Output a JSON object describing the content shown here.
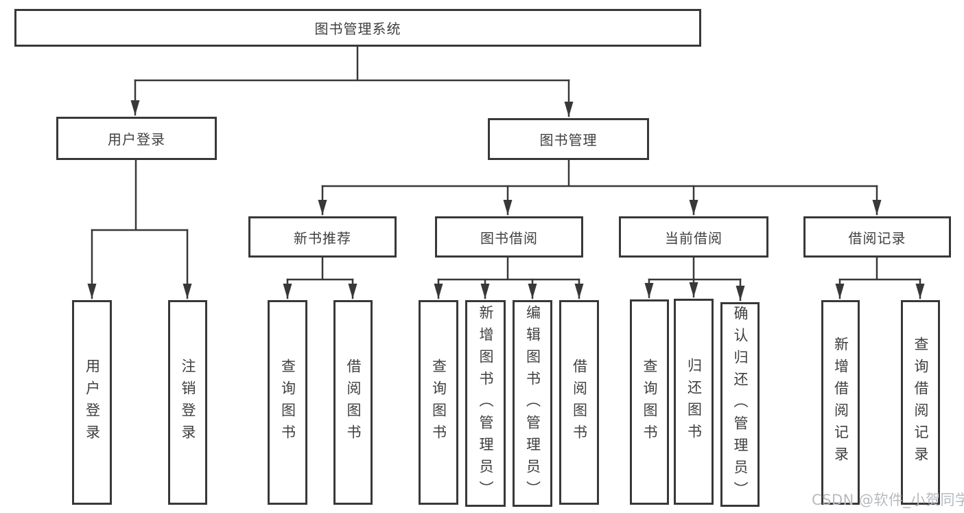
{
  "diagram": {
    "title": "图书管理系统",
    "branches": [
      {
        "label": "用户登录",
        "children": [
          "用户登录",
          "注销登录"
        ]
      },
      {
        "label": "图书管理",
        "children": [
          {
            "label": "新书推荐",
            "children": [
              "查询图书",
              "借阅图书"
            ]
          },
          {
            "label": "图书借阅",
            "children": [
              "查询图书",
              "新增图书（管理员）",
              "编辑图书（管理员）",
              "借阅图书"
            ]
          },
          {
            "label": "当前借阅",
            "children": [
              "查询图书",
              "归还图书",
              "确认归还（管理员）"
            ]
          },
          {
            "label": "借阅记录",
            "children": [
              "新增借阅记录",
              "查询借阅记录"
            ]
          }
        ]
      }
    ]
  },
  "watermark": {
    "text": "CSDN @软件_小贺同学"
  },
  "colors": {
    "line": "#383838",
    "text": "#3f3f3f",
    "background": "#ffffff",
    "watermark": "#b6babf"
  }
}
